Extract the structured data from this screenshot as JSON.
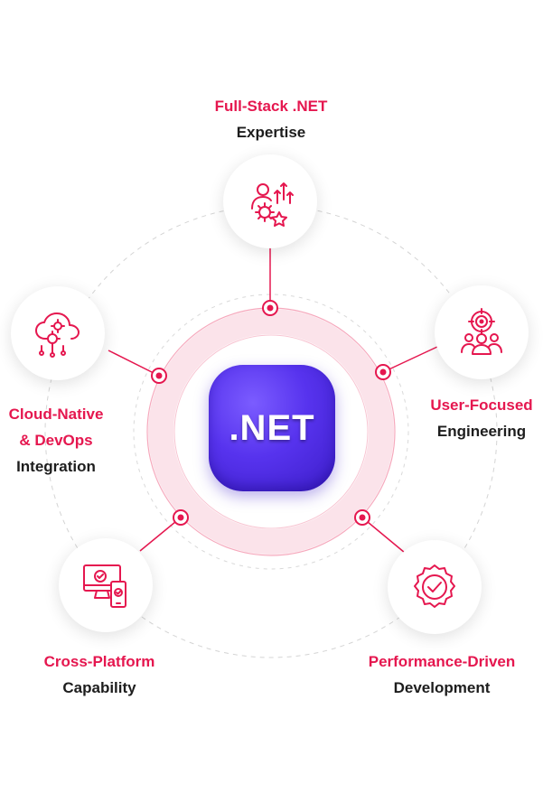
{
  "center": {
    "logo_text": ".NET",
    "logo_color": "#512bd4"
  },
  "colors": {
    "accent": "#e5174f",
    "text": "#1d1d1d"
  },
  "nodes": [
    {
      "title": "Full-Stack .NET",
      "subtitle": "Expertise",
      "icon": "team-growth-icon"
    },
    {
      "title": "User-Focused",
      "subtitle": "Engineering",
      "icon": "user-target-icon"
    },
    {
      "title": "Performance-Driven",
      "subtitle": "Development",
      "icon": "quality-badge-icon"
    },
    {
      "title": "Cross-Platform",
      "subtitle": "Capability",
      "icon": "devices-icon"
    },
    {
      "title": "Cloud-Native",
      "title2": "& DevOps",
      "subtitle": "Integration",
      "icon": "cloud-gear-icon"
    }
  ]
}
